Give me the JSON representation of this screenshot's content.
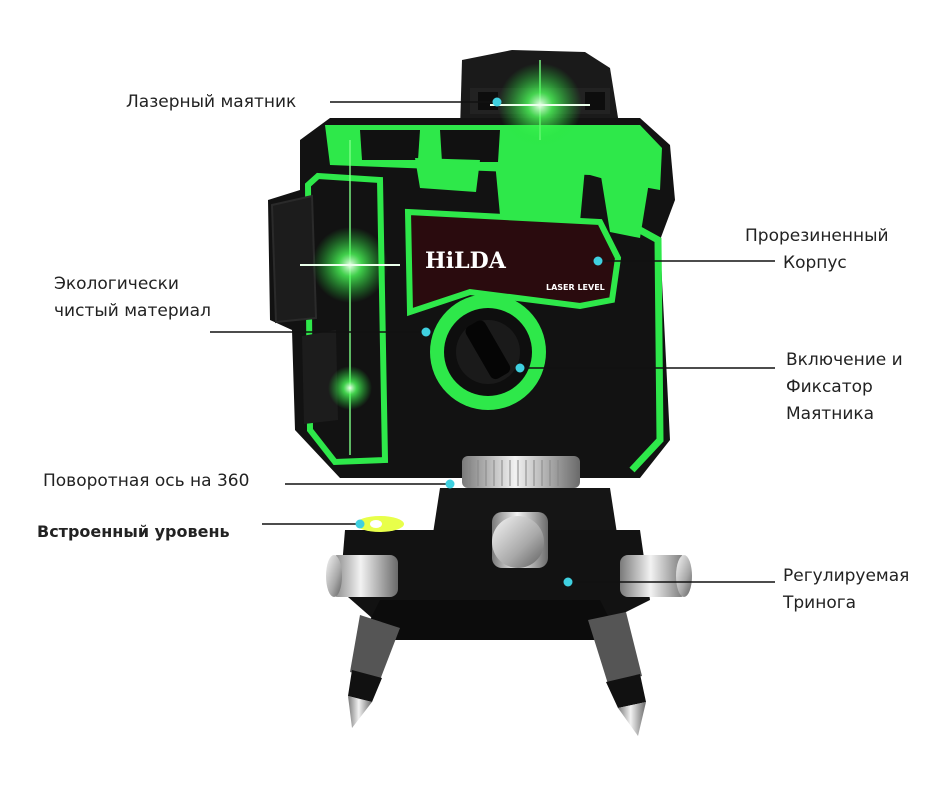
{
  "brand": {
    "logo": "HiLDA",
    "model_text": "LASER LEVEL"
  },
  "callouts": {
    "laser_pendulum": [
      "Лазерный маятник"
    ],
    "eco_material": [
      "Экологически",
      "чистый материал"
    ],
    "rotation_axis": [
      "Поворотная ось на 360"
    ],
    "builtin_level": [
      "Встроенный уровень"
    ],
    "rubberized_body": [
      "Прорезиненный",
      "Корпус"
    ],
    "power_lock": [
      "Включение и",
      "Фиксатор",
      "Маятника"
    ],
    "adjustable_tripod": [
      "Регулируемая",
      "Тринога"
    ]
  },
  "colors": {
    "accent": "#22e03a",
    "body": "#111111",
    "dot": "#3fd0e0",
    "line": "#111111",
    "metal": "#c9c9c9"
  }
}
